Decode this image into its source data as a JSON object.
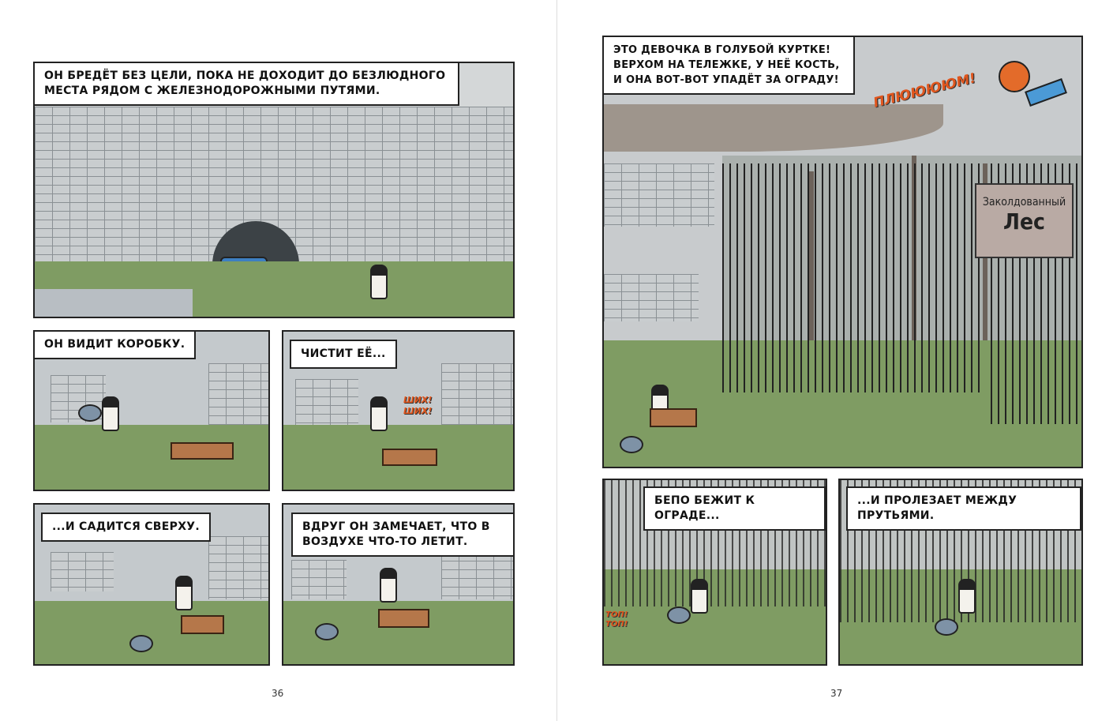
{
  "left_page": {
    "page_number": "36",
    "panels": [
      {
        "caption": "Он бредёт без цели, пока не доходит до безлюдного места рядом с железнодорожными путями."
      },
      {
        "caption": "Он видит коробку."
      },
      {
        "caption": "Чистит её...",
        "sfx": [
          "ШИХ!",
          "ШИХ!"
        ]
      },
      {
        "caption": "...и садится сверху."
      },
      {
        "caption": "Вдруг он замечает, что в воздухе что-то летит."
      }
    ]
  },
  "right_page": {
    "page_number": "37",
    "panels": [
      {
        "caption": "Это девочка в голубой куртке! Верхом на тележке, у неё кость, и она вот-вот упадёт за ограду!",
        "sfx": "ПЛЮЮЮЮМ!",
        "sign_line1": "Заколдованный",
        "sign_line2": "Лес"
      },
      {
        "caption": "Бепо бежит к ограде...",
        "sfx": [
          "ТОП!",
          "ТОП!"
        ]
      },
      {
        "caption": "...и пролезает между прутьями."
      }
    ]
  },
  "colors": {
    "sky": "#c4c9cc",
    "grass": "#7f9c63",
    "sfx": "#e0561e",
    "box": "#b5774a"
  }
}
